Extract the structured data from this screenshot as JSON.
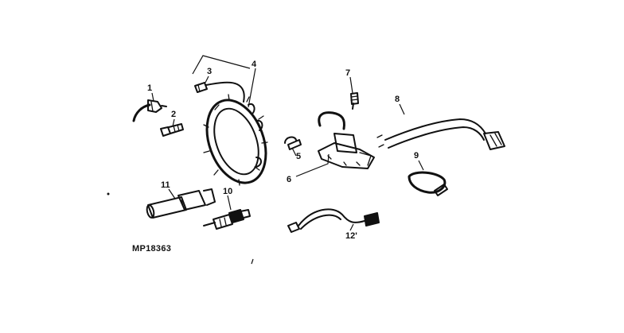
{
  "figure_code": "MP18363",
  "callouts": {
    "c1": "1",
    "c2": "2",
    "c3": "3",
    "c4": "4",
    "c5": "5",
    "c6": "6",
    "c7": "7",
    "c8": "8",
    "c9": "9",
    "c10": "10",
    "c11": "11",
    "c12": "12'"
  },
  "colors": {
    "ink": "#111111",
    "background": "#ffffff"
  }
}
